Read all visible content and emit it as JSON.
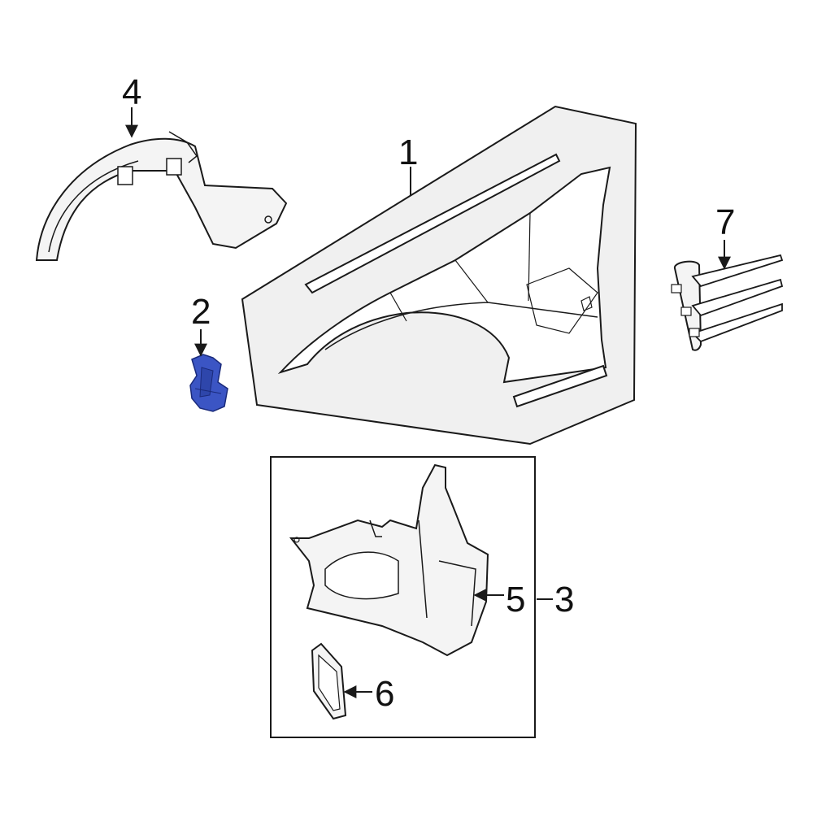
{
  "diagram": {
    "callouts": [
      "1",
      "2",
      "3",
      "4",
      "5",
      "6",
      "7"
    ],
    "highlight_color": "#3b55c4",
    "line_color": "#1a1a1a"
  }
}
